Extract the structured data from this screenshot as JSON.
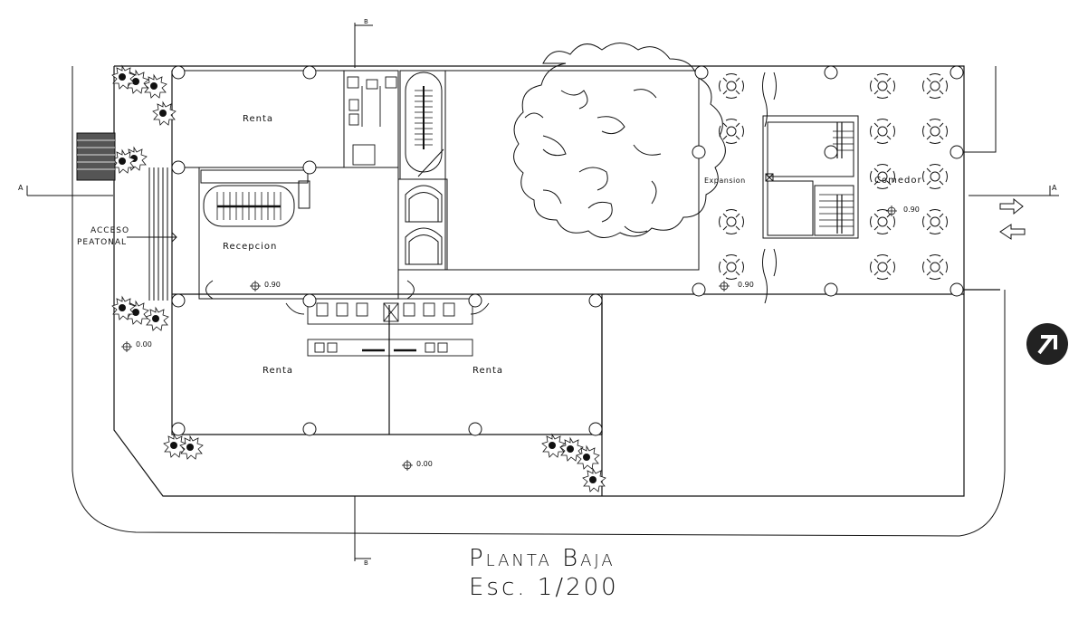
{
  "labels": {
    "renta_top": "Renta",
    "renta_bottom_left": "Renta",
    "renta_bottom_right": "Renta",
    "recepcion": "Recepcion",
    "acceso_line1": "ACCESO",
    "acceso_line2": "PEATONAL",
    "expansion": "Expansion",
    "comedor": "Comedor",
    "level_090_a": "0.90",
    "level_090_b": "0.90",
    "level_090_c": "0.90",
    "level_000_a": "0.00",
    "level_000_b": "0.00",
    "section_left": "A",
    "section_right": "A",
    "section_top": "B",
    "section_bottom": "B"
  },
  "title": {
    "line1": "Planta Baja",
    "line2": "Esc. 1/200"
  }
}
